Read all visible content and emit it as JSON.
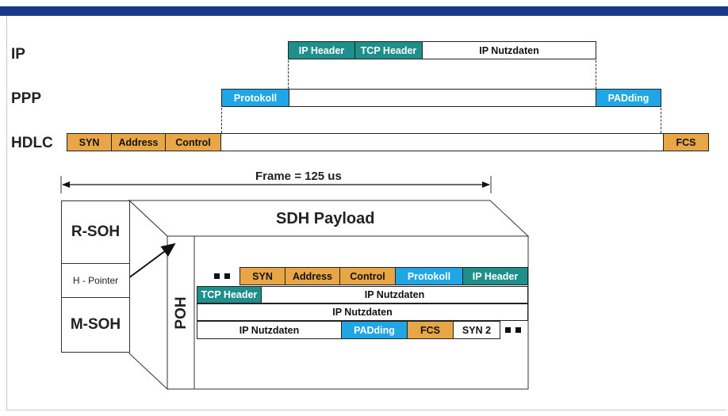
{
  "layers": {
    "ip": {
      "label": "IP",
      "ip_header": "IP Header",
      "tcp_header": "TCP Header",
      "ip_payload": "IP Nutzdaten"
    },
    "ppp": {
      "label": "PPP",
      "protokoll": "Protokoll",
      "padding": "PADding"
    },
    "hdlc": {
      "label": "HDLC",
      "syn": "SYN",
      "address": "Address",
      "control": "Control",
      "fcs": "FCS"
    }
  },
  "frame": {
    "label": "Frame = 125 us"
  },
  "sdh": {
    "payload_title": "SDH Payload",
    "r_soh": "R-SOH",
    "h_pointer": "H - Pointer",
    "m_soh": "M-SOH",
    "poh": "POH",
    "row1": {
      "syn": "SYN",
      "address": "Address",
      "control": "Control",
      "protokoll": "Protokoll",
      "ip_header": "IP Header"
    },
    "row2": {
      "tcp_header": "TCP Header",
      "ip_payload": "IP Nutzdaten"
    },
    "row3": {
      "ip_payload": "IP Nutzdaten"
    },
    "row4": {
      "ip_payload": "IP Nutzdaten",
      "padding": "PADding",
      "fcs": "FCS",
      "syn2": "SYN 2"
    }
  },
  "colors": {
    "orange": "#e9a646",
    "teal": "#1f8f8b",
    "blue": "#20a6e4",
    "header_bar": "#183a86"
  }
}
